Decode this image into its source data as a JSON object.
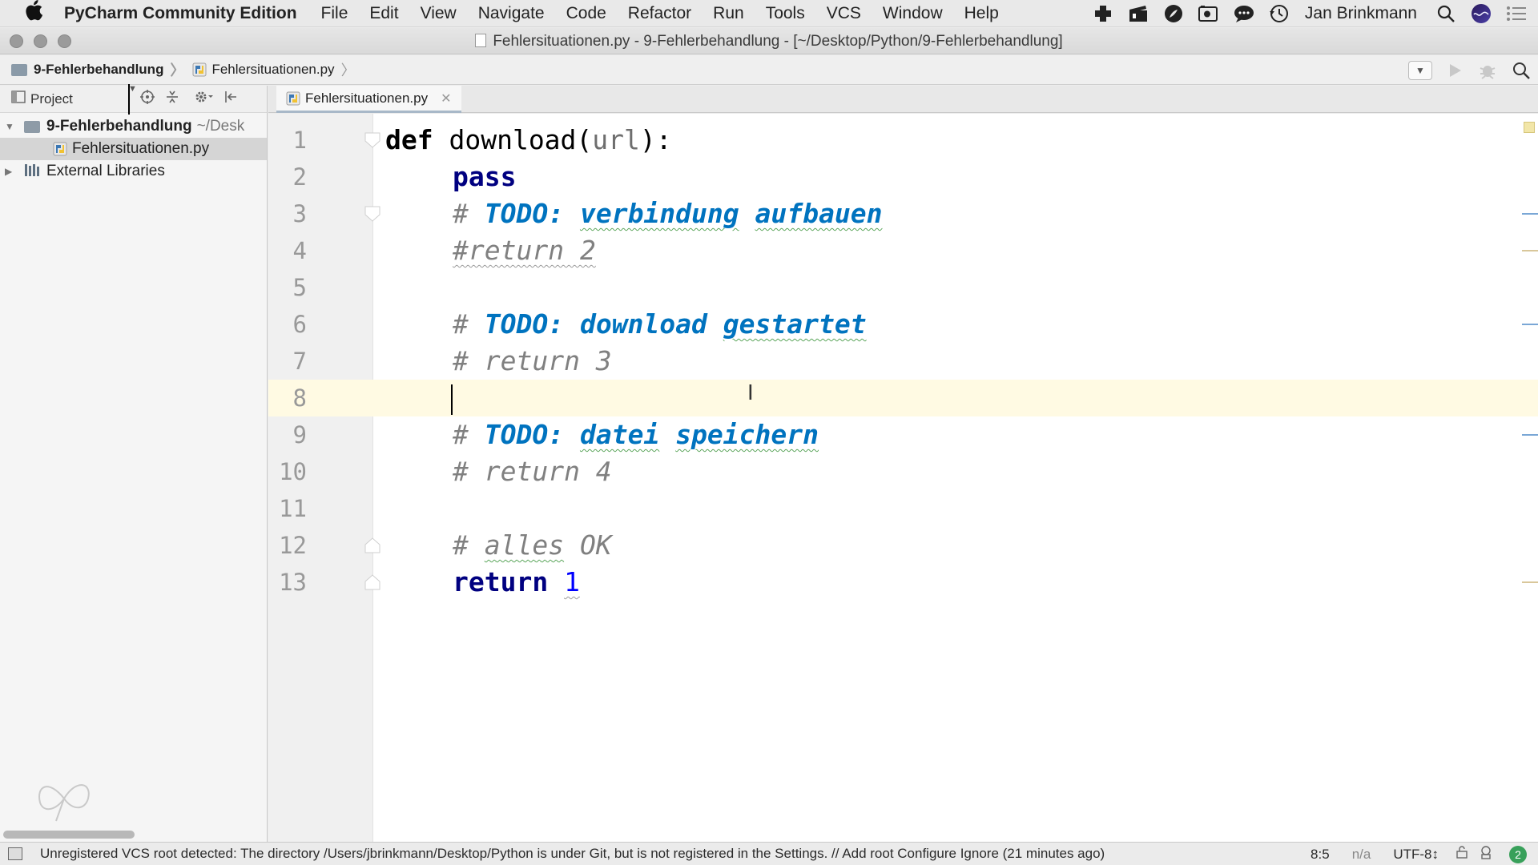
{
  "menubar": {
    "app_name": "PyCharm Community Edition",
    "items": [
      "File",
      "Edit",
      "View",
      "Navigate",
      "Code",
      "Refactor",
      "Run",
      "Tools",
      "VCS",
      "Window",
      "Help"
    ],
    "user": "Jan Brinkmann"
  },
  "window": {
    "title": "Fehlersituationen.py - 9-Fehlerbehandlung - [~/Desktop/Python/9-Fehlerbehandlung]"
  },
  "navbar": {
    "crumb_project": "9-Fehlerbehandlung",
    "crumb_file": "Fehlersituationen.py"
  },
  "project_panel": {
    "selector_label": "Project",
    "root_name": "9-Fehlerbehandlung",
    "root_path": "~/Desk",
    "file_name": "Fehlersituationen.py",
    "external_libraries": "External Libraries"
  },
  "editor": {
    "tab_label": "Fehlersituationen.py",
    "current_line": 8,
    "line_numbers": [
      "1",
      "2",
      "3",
      "4",
      "5",
      "6",
      "7",
      "8",
      "9",
      "10",
      "11",
      "12",
      "13"
    ],
    "code": {
      "l1_def": "def",
      "l1_rest_a": " download(",
      "l1_param": "url",
      "l1_rest_b": "):",
      "l2_pass": "pass",
      "l3_hash": "# ",
      "l3_todo": "TODO: ",
      "l3_w1": "verbindung",
      "l3_w2": "aufbauen",
      "l4_comment": "#return 2",
      "l6_hash": "# ",
      "l6_todo": "TODO: download ",
      "l6_w1": "gestartet",
      "l7_comment": "# return 3",
      "l9_hash": "# ",
      "l9_todo": "TODO: ",
      "l9_w1": "datei",
      "l9_w2": "speichern",
      "l10_comment": "# return 4",
      "l12_hash": "# ",
      "l12_w1": "alles",
      "l12_rest": " OK",
      "l13_return": "return",
      "l13_num": "1"
    }
  },
  "statusbar": {
    "message": "Unregistered VCS root detected: The directory /Users/jbrinkmann/Desktop/Python is under Git, but is not registered in the Settings. // Add root  Configure  Ignore (21 minutes ago)",
    "position": "8:5",
    "na": "n/a",
    "encoding": "UTF-8↕",
    "badge": "2"
  },
  "colors": {
    "keyword": "#000080",
    "todo": "#0073bf",
    "comment": "#808080",
    "number": "#0000ff",
    "current_line_bg": "#fffae3"
  }
}
